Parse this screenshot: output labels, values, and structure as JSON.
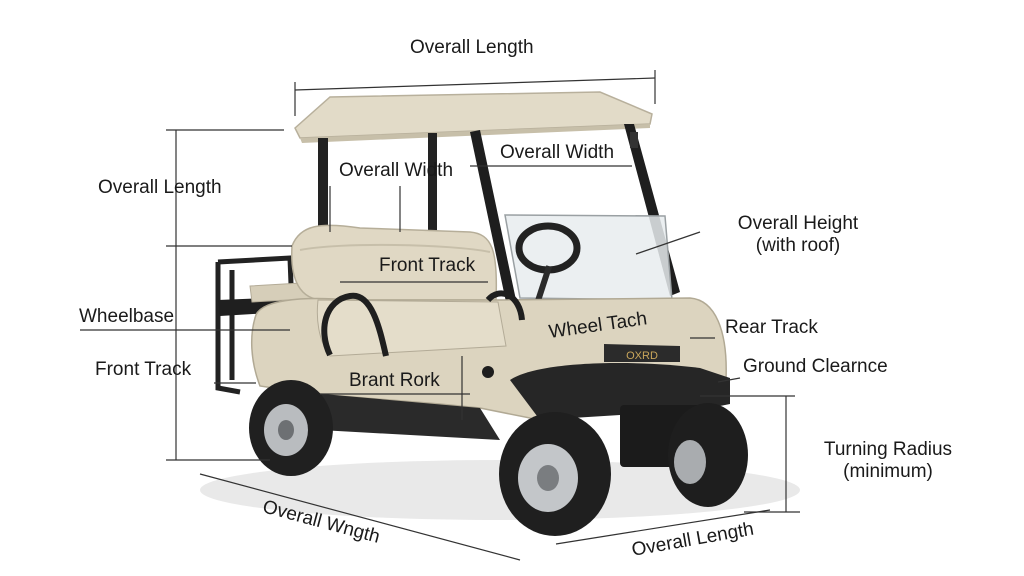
{
  "diagram": {
    "labels": {
      "top_length": "Overall Length",
      "left_length": "Overall Length",
      "roof_width": "Overall Width",
      "seat_width": "Overall Width",
      "front_track_seat": "Front Track",
      "wheelbase": "Wheelbase",
      "front_track_left": "Front Track",
      "brant_rork": "Brant Rork",
      "wheel_tach": "Wheel Tach",
      "overall_height": "Overall Height",
      "overall_height_note": "(with roof)",
      "rear_track": "Rear Track",
      "ground_clearance": "Ground Clearnce",
      "turning_radius": "Turning Radius",
      "turning_radius_note": "(minimum)",
      "bottom_width": "Overall Wngth",
      "bottom_length": "Overall Length",
      "badge": "OXRD"
    },
    "colors": {
      "body": "#d9d1bd",
      "roof": "#e6e0cf",
      "frame": "#1d1d1d",
      "tire": "#202020",
      "line": "#333333"
    }
  }
}
